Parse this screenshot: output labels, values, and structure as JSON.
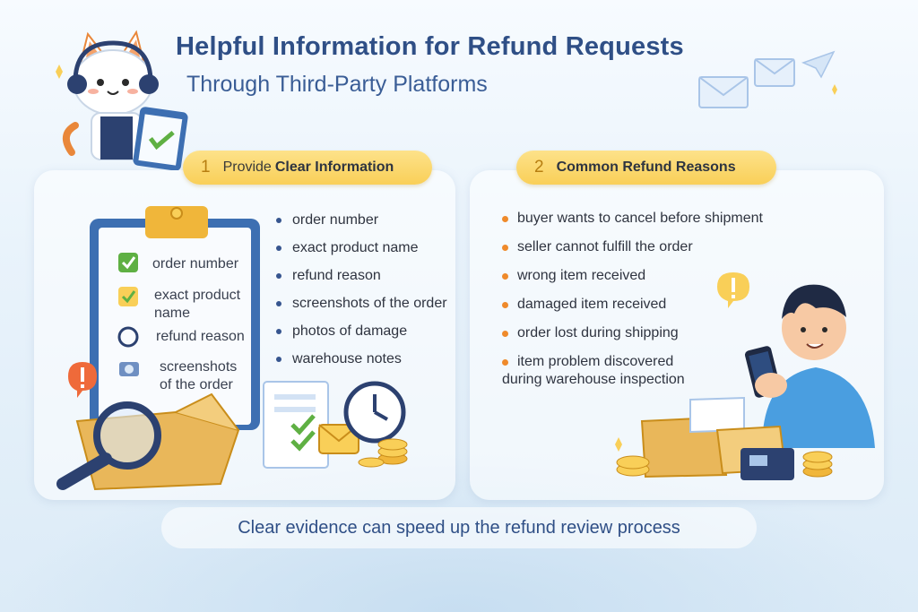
{
  "header": {
    "title": "Helpful Information for Refund Requests",
    "subtitle": "Through Third-Party Platforms"
  },
  "section1": {
    "number": "1",
    "label_prefix": "Provide",
    "label_strong": "Clear Information",
    "items": [
      "order number",
      "exact product name",
      "refund reason",
      "screenshots of the order",
      "photos of damage",
      "warehouse notes"
    ],
    "clipboard_items": [
      {
        "text": "order number",
        "icon": "check-icon"
      },
      {
        "text": "exact product\nname",
        "icon": "check-icon"
      },
      {
        "text": "refund reason",
        "icon": "circle-icon"
      },
      {
        "text": "screenshots\nof the order",
        "icon": "camera-icon"
      }
    ]
  },
  "section2": {
    "number": "2",
    "label": "Common Refund Reasons",
    "items": [
      {
        "line1": "buyer wants to cancel before shipment",
        "line2": ""
      },
      {
        "line1": "seller cannot fulfill the order",
        "line2": ""
      },
      {
        "line1": "wrong item received",
        "line2": ""
      },
      {
        "line1": "damaged item received",
        "line2": ""
      },
      {
        "line1": "order lost during shipping",
        "line2": ""
      },
      {
        "line1": "item problem discovered",
        "line2": "during warehouse inspection"
      }
    ]
  },
  "footer": {
    "text": "Clear evidence can speed up the refund review process"
  },
  "colors": {
    "title": "#2f4f86",
    "pill": "#f9cf58",
    "accent_orange": "#ef8a2b",
    "check_green": "#5fb043"
  }
}
